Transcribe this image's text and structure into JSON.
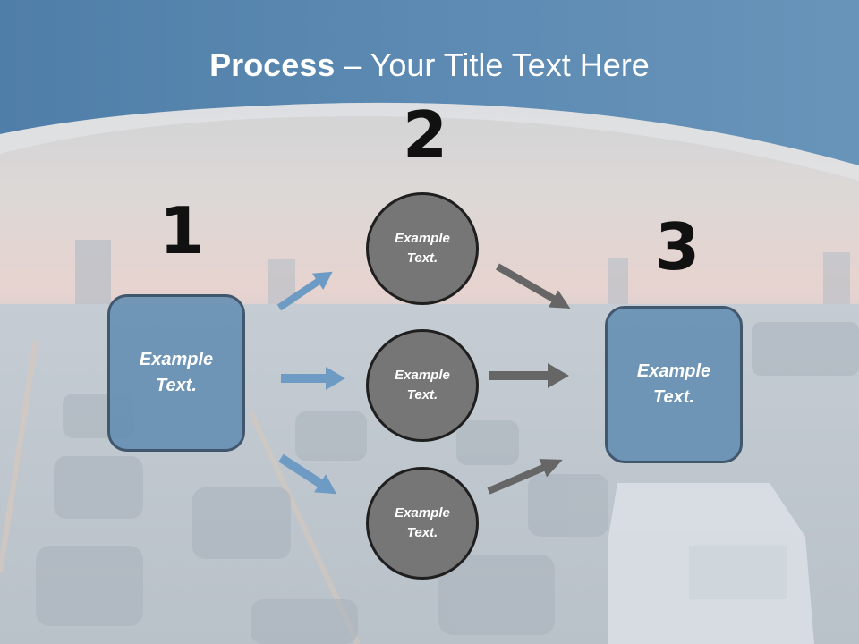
{
  "slide": {
    "title_bold": "Process",
    "title_rest": " – Your Title Text Here",
    "steps": [
      {
        "number": "1",
        "text": "Example Text."
      },
      {
        "number": "2",
        "text": "Example Text."
      },
      {
        "number": "3",
        "text": "Example Text."
      }
    ],
    "circles": [
      {
        "text": "Example Text."
      },
      {
        "text": "Example Text."
      },
      {
        "text": "Example Text."
      }
    ]
  },
  "colors": {
    "header": "#5b89b1",
    "box_fill": "#608cb2",
    "box_border": "#41576e",
    "circle_fill": "#767676",
    "blue_arrow": "#6e9bc4",
    "gray_arrow": "#6a6a6a"
  }
}
